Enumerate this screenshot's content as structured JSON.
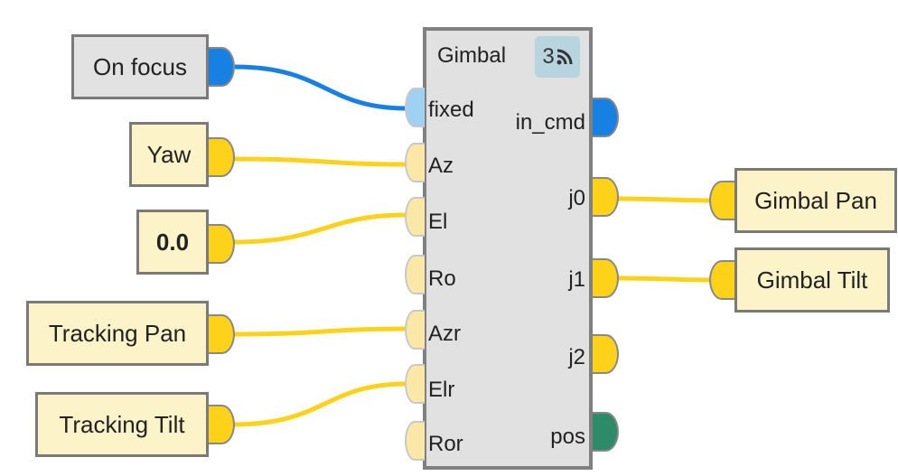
{
  "colors": {
    "yellow_wire": "#ffd21a",
    "blue_wire": "#1781e3",
    "node_fill": "#fdf3c8",
    "gray_fill": "#e2e2e2",
    "block_fill": "#e1e1e1",
    "border": "#7a7a7a",
    "green_port": "#2e8b6a"
  },
  "inputs": {
    "on_focus": "On focus",
    "yaw": "Yaw",
    "constant": "0.0",
    "tracking_pan": "Tracking Pan",
    "tracking_tilt": "Tracking Tilt"
  },
  "gimbal": {
    "title": "Gimbal",
    "badge_count": "3",
    "badge_icon": "rss-icon",
    "in_ports": [
      "fixed",
      "Az",
      "El",
      "Ro",
      "Azr",
      "Elr",
      "Ror"
    ],
    "out_ports": [
      "in_cmd",
      "j0",
      "j1",
      "j2",
      "pos"
    ]
  },
  "outputs": {
    "gimbal_pan": "Gimbal Pan",
    "gimbal_tilt": "Gimbal Tilt"
  }
}
